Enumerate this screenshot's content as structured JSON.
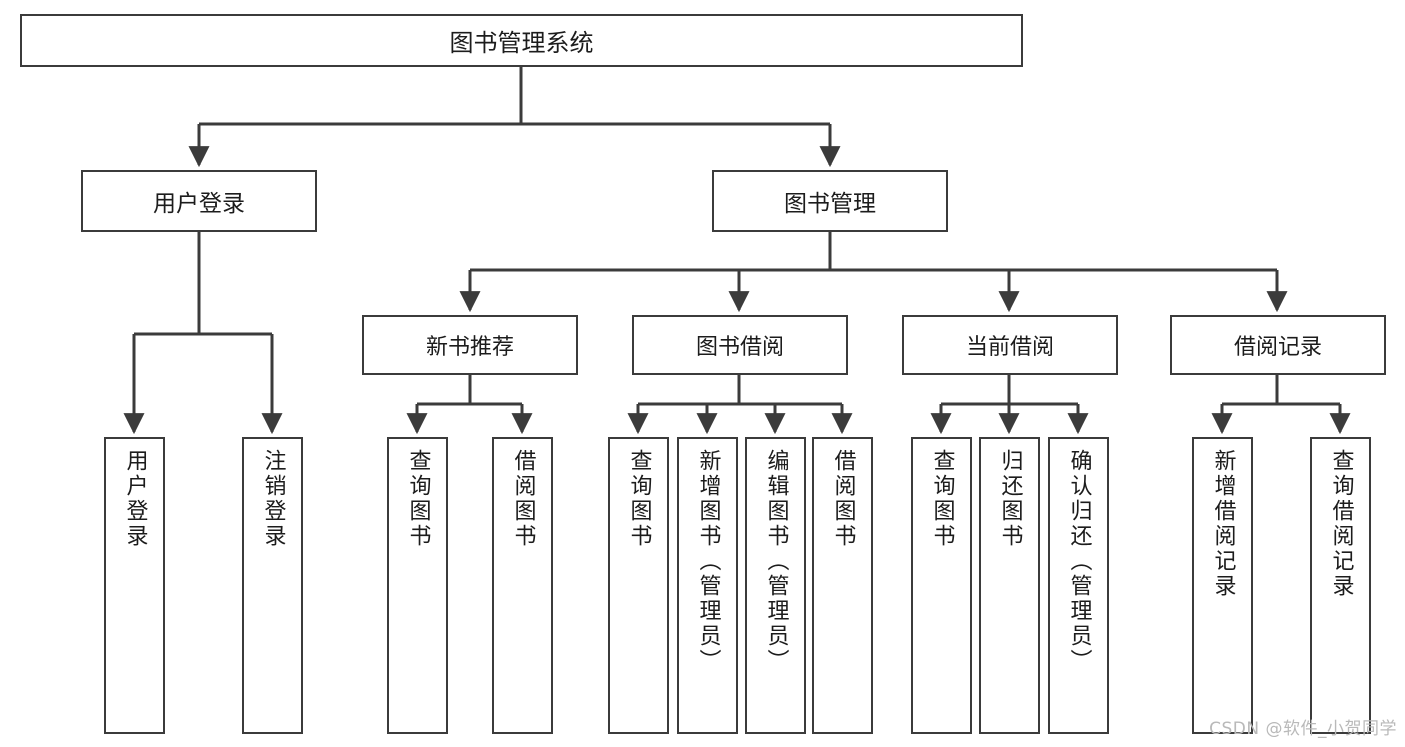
{
  "diagram": {
    "title": "图书管理系统",
    "type": "tree-hierarchy-diagram",
    "root": {
      "id": "root",
      "label": "图书管理系统"
    },
    "level2": [
      {
        "id": "user-login",
        "label": "用户登录"
      },
      {
        "id": "book-management",
        "label": "图书管理"
      }
    ],
    "level3": [
      {
        "id": "new-book-recommend",
        "label": "新书推荐"
      },
      {
        "id": "book-borrow",
        "label": "图书借阅"
      },
      {
        "id": "current-borrow",
        "label": "当前借阅"
      },
      {
        "id": "borrow-record",
        "label": "借阅记录"
      }
    ],
    "leaves": {
      "user_login": [
        {
          "id": "leaf-user-login",
          "label": "用户登录"
        },
        {
          "id": "leaf-logout-login",
          "label": "注销登录"
        }
      ],
      "new_book_recommend": [
        {
          "id": "leaf-query-book-1",
          "label": "查询图书"
        },
        {
          "id": "leaf-borrow-book-1",
          "label": "借阅图书"
        }
      ],
      "book_borrow": [
        {
          "id": "leaf-query-book-2",
          "label": "查询图书"
        },
        {
          "id": "leaf-add-book",
          "label": "新增图书（管理员）"
        },
        {
          "id": "leaf-edit-book",
          "label": "编辑图书（管理员）"
        },
        {
          "id": "leaf-borrow-book-2",
          "label": "借阅图书"
        }
      ],
      "current_borrow": [
        {
          "id": "leaf-query-book-3",
          "label": "查询图书"
        },
        {
          "id": "leaf-return-book",
          "label": "归还图书"
        },
        {
          "id": "leaf-confirm-return",
          "label": "确认归还（管理员）"
        }
      ],
      "borrow_record": [
        {
          "id": "leaf-add-borrow-record",
          "label": "新增借阅记录"
        },
        {
          "id": "leaf-query-borrow-record",
          "label": "查询借阅记录"
        }
      ]
    },
    "colors": {
      "stroke": "#3b3b3b",
      "fill": "#ffffff",
      "text": "#1c1c1c",
      "watermark": "#b9b9b9"
    }
  },
  "watermark": {
    "text": "CSDN @软件_小贺同学"
  }
}
